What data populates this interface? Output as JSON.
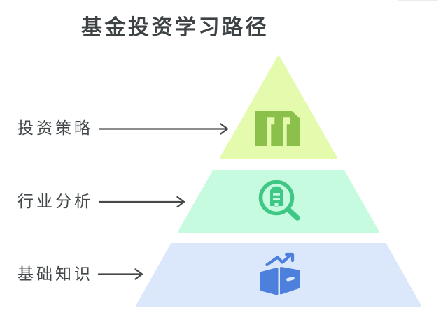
{
  "title": {
    "text": "基金投资学习路径"
  },
  "pyramid": {
    "type": "pyramid-3-levels",
    "levels": [
      {
        "label": "投资策略",
        "fill": "#e4fbae",
        "icon": "company-pillars-icon",
        "icon_color": "#8bc04a"
      },
      {
        "label": "行业分析",
        "fill": "#c7fbdf",
        "icon": "magnifier-building-icon",
        "icon_color": "#3fc885"
      },
      {
        "label": "基础知识",
        "fill": "#dbe7fa",
        "icon": "book-trend-arrow-icon",
        "icon_color": "#4c80dc"
      }
    ]
  },
  "colors": {
    "page_bg": "#ffffff",
    "title_text": "#3d4245",
    "label_text": "#42474a",
    "arrow": "#46494b",
    "topright_line": "#e9ebee"
  }
}
